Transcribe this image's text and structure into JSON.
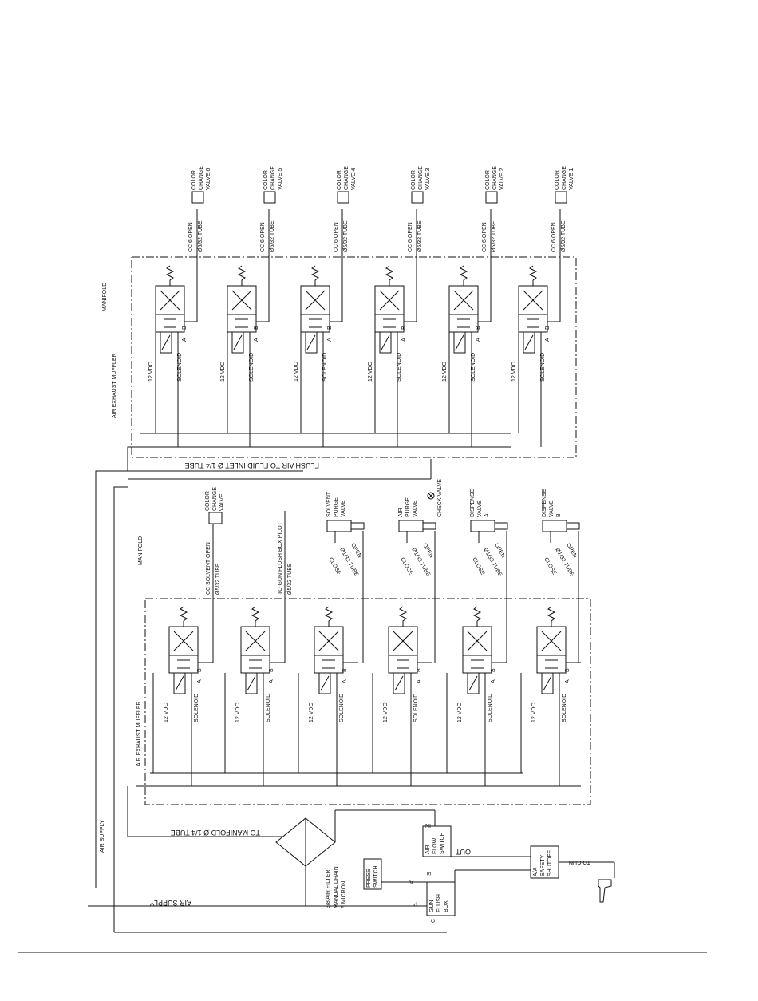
{
  "top_valves": [
    {
      "label_lines": [
        "COLOR",
        "CHANGE",
        "VALVE 6"
      ]
    },
    {
      "label_lines": [
        "COLOR",
        "CHANGE",
        "VALVE 5"
      ]
    },
    {
      "label_lines": [
        "COLOR",
        "CHANGE",
        "VALVE 4"
      ]
    },
    {
      "label_lines": [
        "COLOR",
        "CHANGE",
        "VALVE 3"
      ]
    },
    {
      "label_lines": [
        "COLOR",
        "CHANGE",
        "VALVE 2"
      ]
    },
    {
      "label_lines": [
        "COLOR",
        "CHANGE",
        "VALVE 1"
      ]
    }
  ],
  "top_lines": {
    "open": "CC 6 OPEN",
    "tube": "Ø5/32 TUBE"
  },
  "labels": {
    "manifold_top": "MANIFOLD",
    "manifold_bottom": "MANIFOLD",
    "muffler_top": "AIR EXHAUST MUFFLER",
    "muffler_bottom": "AIR EXHAUST MUFFLER",
    "vdc": "12 VDC",
    "solenoid": "SOLENOID",
    "port_a": "A",
    "port_b": "B",
    "flush_air": "FLUSH AIR TO FLUID INLET Ø 1/4 TUBE",
    "check_valve": "CHECK VALVE",
    "air_supply_vertical": "AIR SUPPLY",
    "air_supply_bottom": "AIR SUPPLY",
    "to_manifold": "TO MANIFOLD Ø 1/4 TUBE",
    "air_filter": [
      "3/8 AIR FILTER",
      "MANUAL DRAIN",
      "5 MICRON"
    ],
    "press_switch": [
      "PRESS",
      "SWITCH"
    ],
    "gun_flush_box": [
      "GUN",
      "FLUSH",
      "BOX"
    ],
    "air_flow_switch": [
      "AIR",
      "FLOW",
      "SWITCH"
    ],
    "safety_shutoff": [
      "A/A",
      "SAFETY",
      "SHUTOFF"
    ],
    "to_gun": "TO GUN",
    "port_in": "IN",
    "port_out": "OUT",
    "port_p": "P",
    "port_c": "C",
    "port_s": "S",
    "port_a_box": "A"
  },
  "bottom_lines": [
    {
      "text": [
        "CC SOLVENT OPEN",
        "Ø5/32 TUBE"
      ]
    },
    {
      "text": [
        "TO GUN FLUSH BOX PILOT",
        "Ø5/32 TUBE"
      ]
    }
  ],
  "side_valves": [
    {
      "label_lines": [
        "COLOR",
        "CHANGE",
        "VALVE"
      ]
    },
    {
      "label_lines": [
        "SOLVENT",
        "PURGE",
        "VALVE"
      ]
    },
    {
      "label_lines": [
        "AIR",
        "PURGE",
        "VALVE"
      ]
    },
    {
      "label_lines": [
        "DISPENSE",
        "VALVE",
        "A"
      ]
    },
    {
      "label_lines": [
        "DISPENSE",
        "VALVE",
        "B"
      ]
    }
  ],
  "open_close": {
    "open": "OPEN",
    "close": "CLOSE",
    "tube": "Ø1/32 TUBE"
  }
}
